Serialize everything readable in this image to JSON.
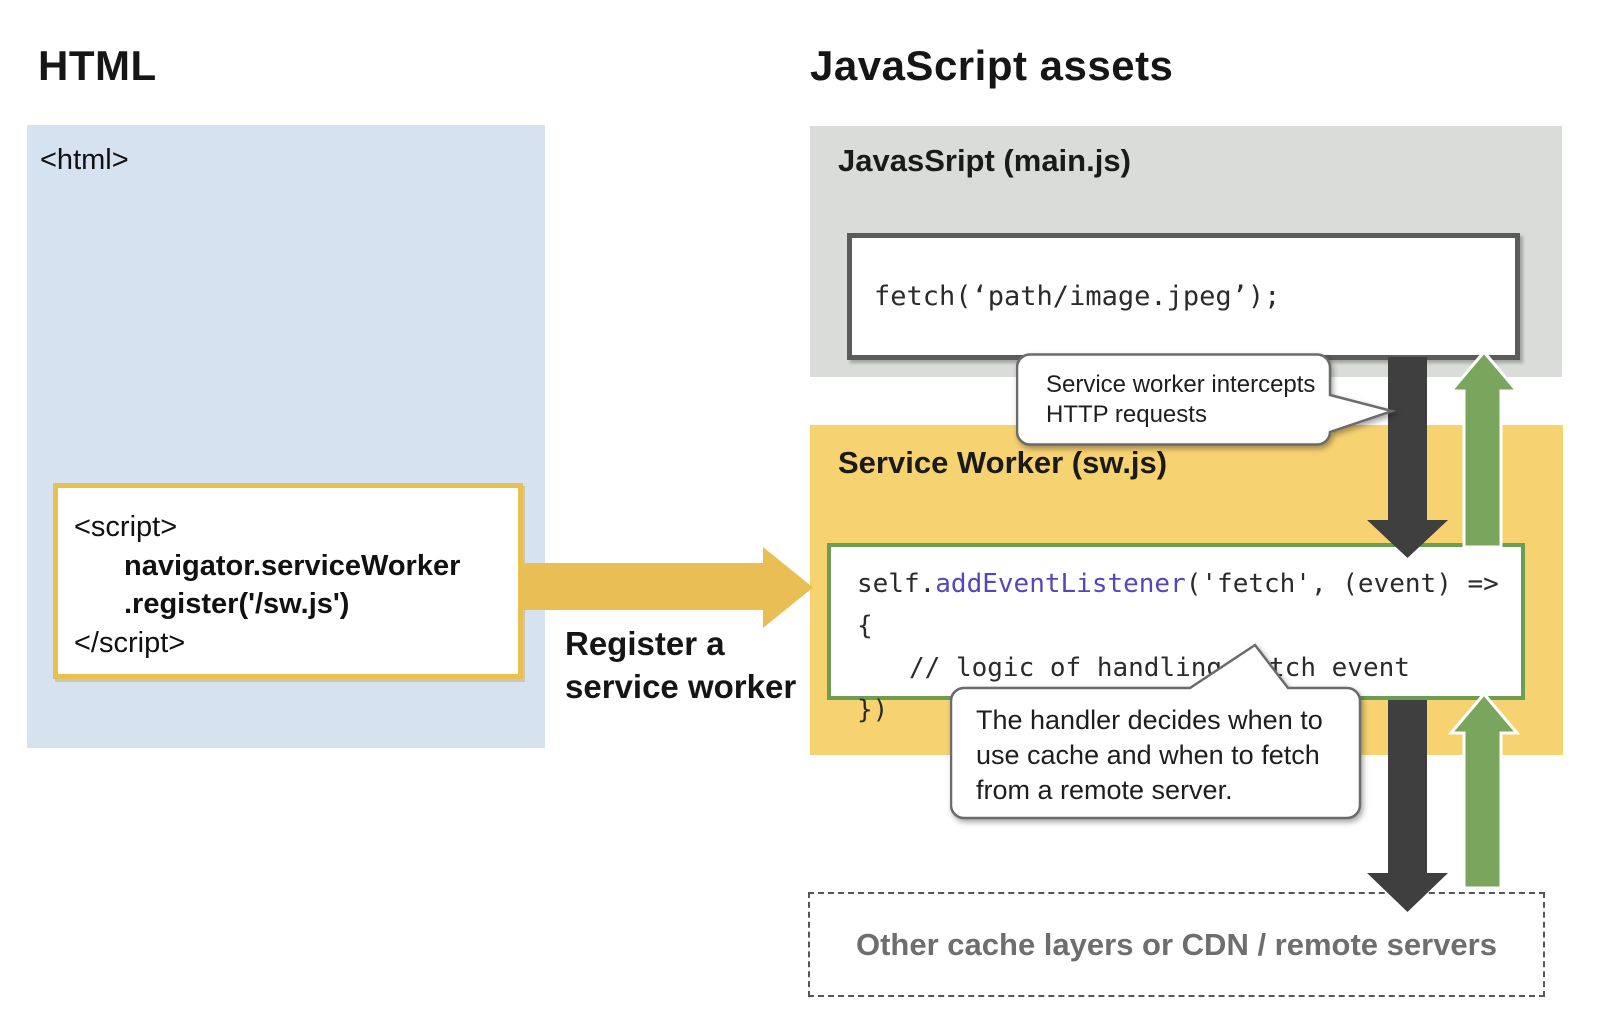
{
  "colors": {
    "blue-box": "#d7e2f0",
    "gray-box": "#dadcd9",
    "yellow-box": "#f6d271",
    "yellow-arrow": "#e9be55",
    "yellow-border": "#e7c04f",
    "dark-arrow": "#3f3f3f",
    "green-arrow": "#79a65c",
    "green-border": "#6b9d55",
    "keyword": "#5646be",
    "muted-text": "#6e6e6e",
    "box-border-dark": "#5b5b5b",
    "bubble-border": "#6b6b6b"
  },
  "left": {
    "heading": "HTML",
    "html_tag": "<html>",
    "script_box": {
      "line1": "<script>",
      "line2": "navigator.serviceWorker",
      "line3": ".register('/sw.js')",
      "line4": "</script>"
    },
    "arrow_label_line1": "Register a",
    "arrow_label_line2": "service worker"
  },
  "right": {
    "heading": "JavaScript assets",
    "mainjs_title": "JavasSript (main.js)",
    "mainjs_code": "fetch(‘path/image.jpeg’);",
    "sw_title": "Service Worker (sw.js)",
    "sw_code": {
      "line1_pre": "self.",
      "line1_keyword": "addEventListener",
      "line1_post": "('fetch', (event) => {",
      "line2": "// logic of handling fetch event",
      "line3": "})"
    },
    "bubble1_line1": "Service worker intercepts",
    "bubble1_line2": "HTTP requests",
    "bubble2_line1": "The handler decides when to",
    "bubble2_line2": "use cache and when to fetch",
    "bubble2_line3": "from a remote server.",
    "cache_label": "Other cache layers or CDN / remote servers"
  }
}
